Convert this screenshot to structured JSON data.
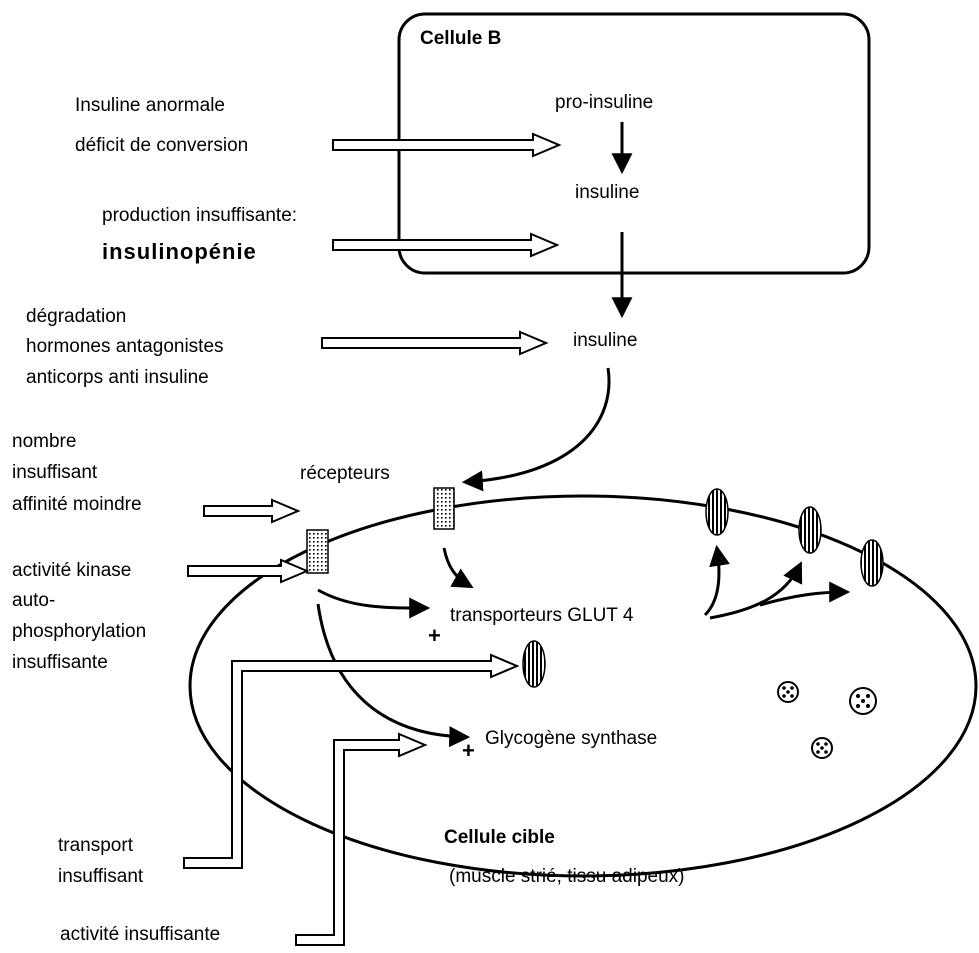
{
  "cell_b": {
    "title": "Cellule B",
    "pro_insulin": "pro-insuline",
    "insulin": "insuline"
  },
  "secreted_insulin": "insuline",
  "defects": {
    "conversion": [
      "Insuline anormale",
      "déficit de conversion"
    ],
    "production": "production insuffisante:",
    "production_term": "insulinopénie",
    "degradation": [
      "dégradation",
      "hormones antagonistes",
      "anticorps anti insuline"
    ],
    "receptor_count": [
      "nombre",
      "insuffisant",
      "affinité moindre"
    ],
    "kinase": [
      "activité kinase",
      "auto-",
      "phosphorylation",
      "insuffisante"
    ],
    "transport": [
      "transport",
      "insuffisant"
    ],
    "activity": "activité insuffisante"
  },
  "target_cell": {
    "receptors": "récepteurs",
    "glut4": "transporteurs GLUT 4",
    "glycogen_synthase": "Glycogène synthase",
    "plus_sign": "+",
    "title": "Cellule cible",
    "subtitle": "(muscle strié, tissu adipeux)"
  }
}
